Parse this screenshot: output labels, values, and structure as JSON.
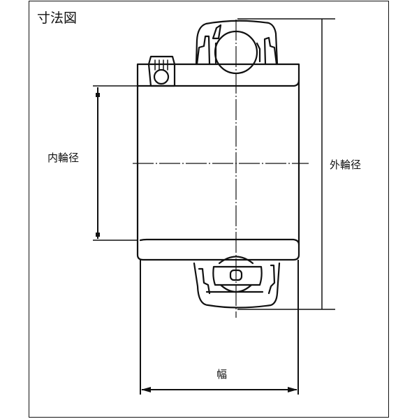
{
  "diagram": {
    "title": "寸法図",
    "subject": "bearing-unit-insert-cross-section",
    "labels": {
      "inner_diameter": "内輪径",
      "outer_diameter": "外輪径",
      "width": "幅"
    },
    "colors": {
      "line": "#111111",
      "background": "#ffffff"
    }
  }
}
